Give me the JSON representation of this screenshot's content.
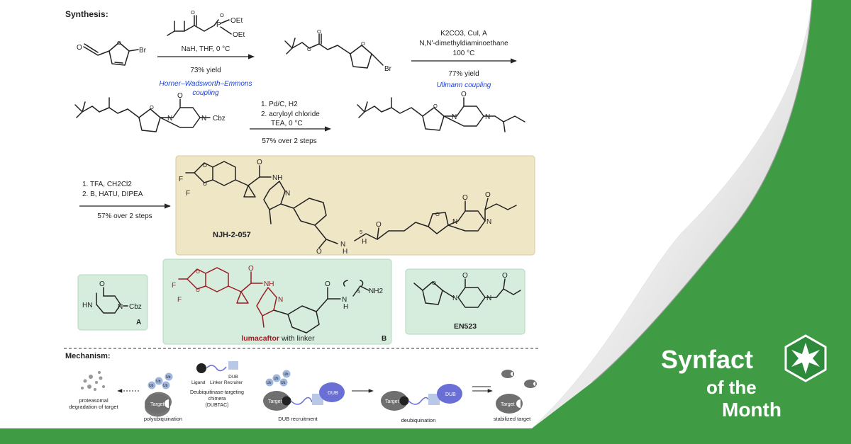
{
  "synthesis": {
    "heading": "Synthesis:",
    "step1": {
      "conditions": "NaH, THF, 0 °C",
      "yield": "73% yield",
      "name_line1": "Horner–Wadsworth–Emmons",
      "name_line2": "coupling"
    },
    "step2": {
      "cond_line1": "K2CO3, CuI, A",
      "cond_line2": "N,N'-dimethyldiaminoethane",
      "cond_line3": "100 °C",
      "yield": "77% yield",
      "name": "Ullmann coupling"
    },
    "step3": {
      "line1": "1. Pd/C, H2",
      "line2": "2. acryloyl chloride",
      "line3": "TEA, 0 °C",
      "yield": "57% over 2 steps"
    },
    "step4": {
      "line1": "1. TFA, CH2Cl2",
      "line2": "2. B, HATU, DIPEA",
      "yield": "57% over 2 steps"
    },
    "product_name": "NJH-2-057",
    "reagent_A_label": "A",
    "reagent_B_label": "B",
    "reagent_B_name": "lumacaftor",
    "reagent_B_suffix": " with linker",
    "reagent_C_name": "EN523",
    "atoms": {
      "Br": "Br",
      "OEt": "OEt",
      "P": "P",
      "O": "O",
      "N": "N",
      "H": "H",
      "NH": "NH",
      "HN": "HN",
      "F": "F",
      "Cbz": "Cbz",
      "NH2": "NH2",
      "n5": "5"
    }
  },
  "mechanism": {
    "heading": "Mechanism:",
    "ub": "Ub",
    "target": "Target",
    "dub": "DUB",
    "ligand": "Ligand",
    "linker": "Linker",
    "dub_recruiter_1": "DUB",
    "dub_recruiter_2": "Recruiter",
    "dubtac_line1": "Deubiquitinase-targeting",
    "dubtac_line2": "chimera",
    "dubtac_line3": "(DUBTAC)",
    "proteasomal_1": "proteasomal",
    "proteasomal_2": "degradation of target",
    "polyubiquination": "polyubiquination",
    "dub_recruitment": "DUB recruitment",
    "deubiquination": "deubiquination",
    "stabilized": "stabilized target"
  },
  "brand": {
    "line1": "Synfact",
    "line2": "of the",
    "line3": "Month"
  },
  "colors": {
    "background_green": "#3f9c45",
    "panel_yellow": "#efe6c6",
    "panel_green": "#d6ecdd",
    "lumacaftor_red": "#9b1c22",
    "name_blue": "#1c3fd0",
    "dub_purple": "#6a6fd6"
  }
}
